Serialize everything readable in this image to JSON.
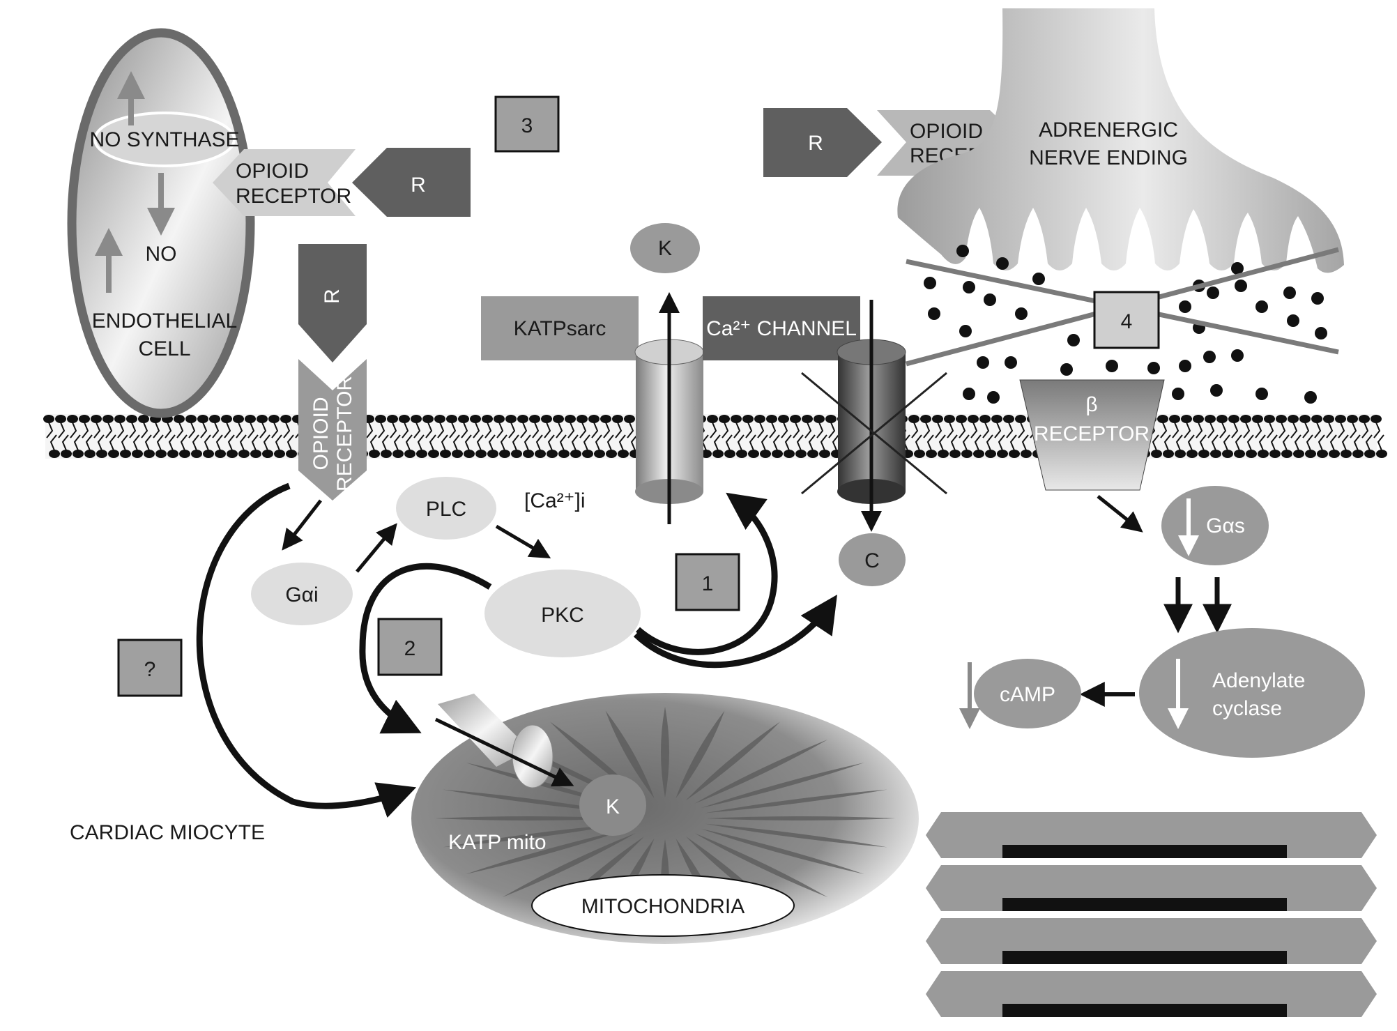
{
  "labels": {
    "no_synthase": "NO SYNTHASE",
    "no": "NO",
    "endothelial_cell": [
      "ENDOTHELIAL",
      "CELL"
    ],
    "opioid_receptor_left": [
      "OPIOID",
      "RECEPTOR"
    ],
    "opioid_receptor_vertical": [
      "OPIOID",
      "RECEPTOR"
    ],
    "opioid_receptor_right": [
      "OPIOID",
      "RECEPTOR"
    ],
    "r_left": "R",
    "r_vertical": "R",
    "r_right": "R",
    "box_1": "1",
    "box_2": "2",
    "box_3": "3",
    "box_4": "4",
    "box_q": "?",
    "k_top": "K",
    "k_mito": "K",
    "katpsarc": "KATPsarc",
    "ca_channel": "Ca²⁺ CHANNEL",
    "c": "C",
    "adrenergic": [
      "ADRENERGIC",
      "NERVE ENDING"
    ],
    "beta_receptor": [
      "β",
      "RECEPTOR"
    ],
    "gas": "Gαs",
    "adenylate": [
      "Adenylate",
      "cyclase"
    ],
    "camp": "cAMP",
    "plc": "PLC",
    "ca_i": "[Ca²⁺]i",
    "gai": "Gαi",
    "pkc": "PKC",
    "katp_mito": "KATP mito",
    "mitochondria": "MITOCHONDRIA",
    "cardiac_miocyte": "CARDIAC MIOCYTE"
  },
  "colors": {
    "dark": "#5f5f5f",
    "medium": "#9a9a9a",
    "light": "#cfcfcf",
    "lighter": "#dedede",
    "black": "#111111"
  }
}
